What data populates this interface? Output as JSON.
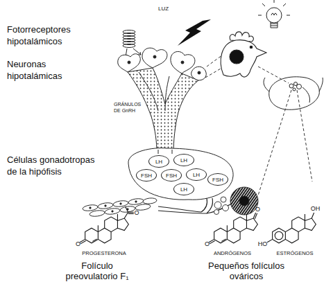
{
  "diagram": {
    "nodes": [
      {
        "text": [
          "LH"
        ]
      },
      {
        "text": [
          "FSH"
        ]
      },
      {
        "text": [
          "LH"
        ]
      },
      {
        "text": [
          "LH"
        ]
      },
      {
        "text": [
          "FSH"
        ]
      },
      {
        "text": [
          "LH"
        ]
      },
      {
        "text": [
          "FSH"
        ]
      }
    ],
    "labels": [
      "LUZ",
      "Fotorreceptores hipotalámicos",
      "Neuronas hipotalámicas",
      "GRÁNULOS DE GnRH",
      "Células gonadotropas de la hipófisis",
      "O",
      "O",
      "PROGESTERONA",
      "O",
      "O",
      "ANDRÓGENOS",
      "HO",
      "OH",
      "ESTRÓGENOS",
      "Folículo preovulatorio F₁",
      "Pequeños folículos ováricos"
    ]
  }
}
